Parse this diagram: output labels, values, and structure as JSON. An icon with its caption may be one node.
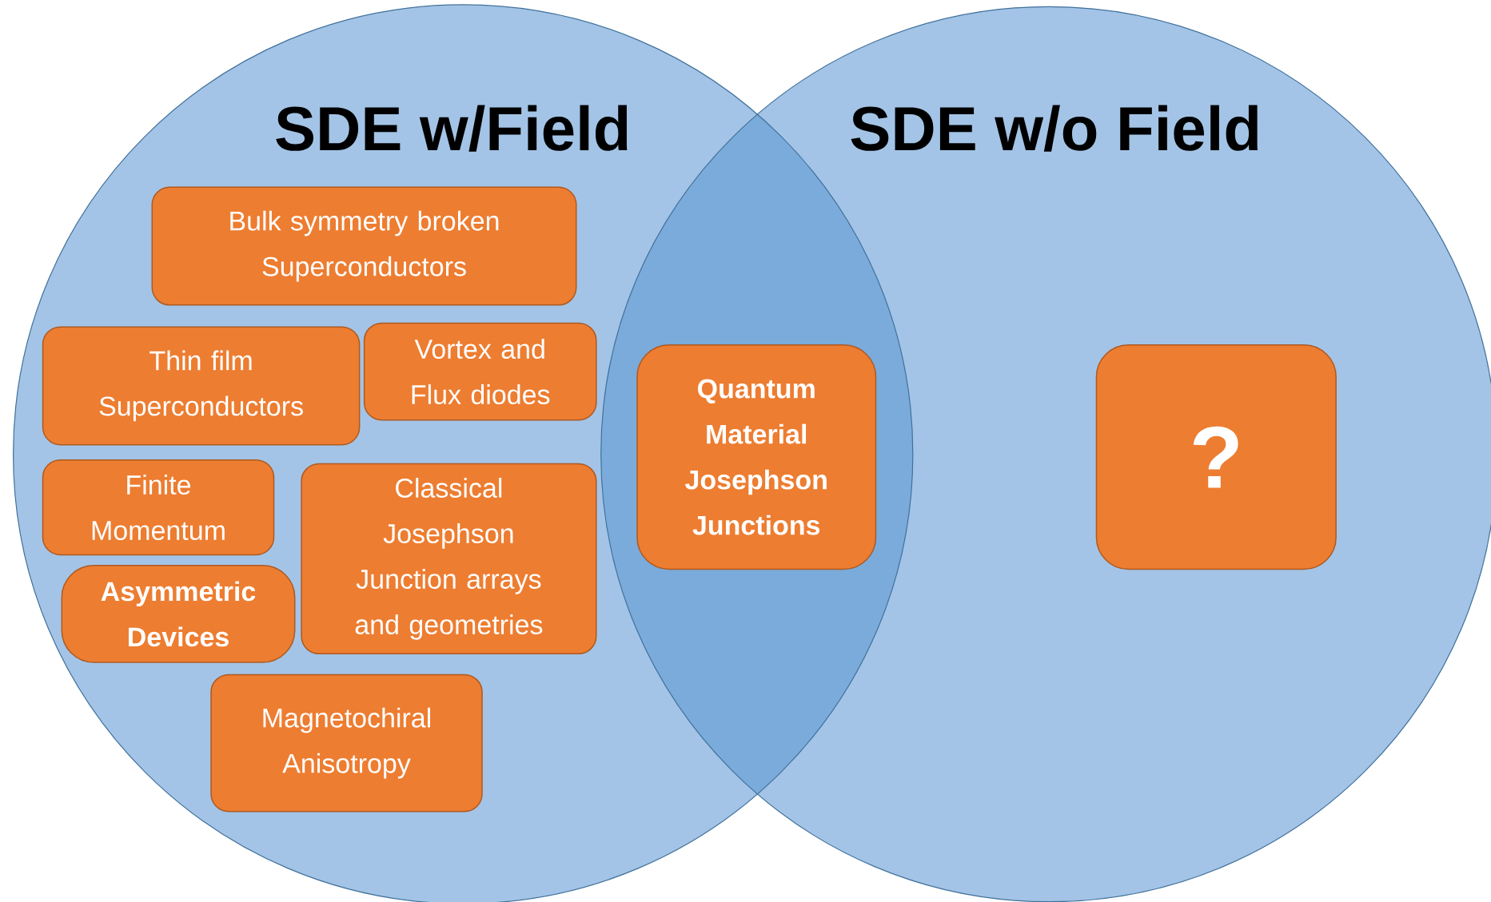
{
  "diagram": {
    "nodes": [
      {
        "text": [
          "SDE w/Field"
        ]
      },
      {
        "text": [
          "SDE w/o Field"
        ]
      },
      {
        "text": [
          "Bulk symmetry broken Superconductors"
        ],
        "in": 0
      },
      {
        "text": [
          "Thin film Superconductors"
        ],
        "in": 0
      },
      {
        "text": [
          "Vortex and Flux diodes"
        ],
        "in": 0
      },
      {
        "text": [
          "Finite Momentum"
        ],
        "in": 0
      },
      {
        "text": [
          "Classical Josephson Junction arrays and geometries"
        ],
        "in": 0
      },
      {
        "text": [
          "Asymmetric Devices"
        ],
        "in": 0
      },
      {
        "text": [
          "Magnetochiral Anisotropy"
        ],
        "in": 0
      },
      {
        "text": [
          "Quantum Material Josephson Junctions"
        ]
      },
      {
        "text": [
          "?"
        ],
        "in": 1
      }
    ]
  }
}
